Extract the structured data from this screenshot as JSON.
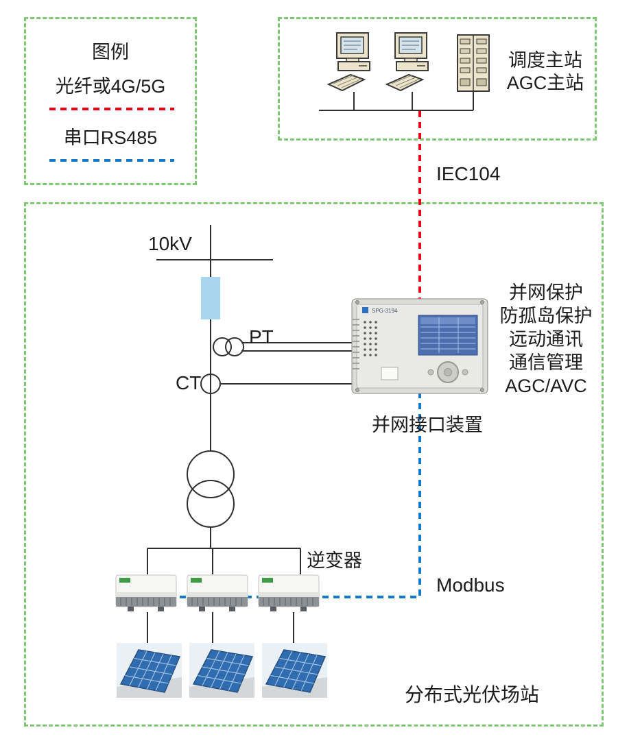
{
  "legend": {
    "title": "图例",
    "items": [
      {
        "label": "光纤或4G/5G",
        "color": "#e60012"
      },
      {
        "label": "串口RS485",
        "color": "#1878c8"
      }
    ]
  },
  "master_station": {
    "line1": "调度主站",
    "line2": "AGC主站"
  },
  "links": {
    "iec104": "IEC104",
    "modbus": "Modbus"
  },
  "grid": {
    "voltage": "10kV",
    "pt": "PT",
    "ct": "CT",
    "inverter": "逆变器"
  },
  "device": {
    "model": "SPG-3194",
    "caption": "并网接口装置",
    "functions": [
      "并网保护",
      "防孤岛保护",
      "远动通讯",
      "通信管理",
      "AGC/AVC"
    ]
  },
  "station": {
    "label": "分布式光伏场站"
  },
  "colors": {
    "box_green": "#7dc870",
    "fiber_red": "#e60012",
    "serial_blue": "#1878c8",
    "breaker_fill": "#a9d5ef"
  }
}
